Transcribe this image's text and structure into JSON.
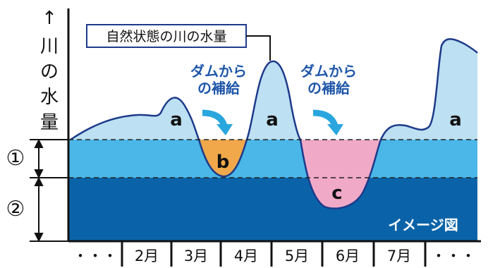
{
  "y_axis_label_chars": [
    "川",
    "の",
    "水",
    "量"
  ],
  "y_axis_arrow": "↑",
  "callout_label": "自然状態の川の水量",
  "dam_supply_label_line1": "ダムから",
  "dam_supply_label_line2": "の補給",
  "region_labels": {
    "a": "a",
    "b": "b",
    "c": "c"
  },
  "band_labels": {
    "band1": "①",
    "band2": "②"
  },
  "image_note": "イメージ図",
  "months": [
    "・・・",
    "2月",
    "3月",
    "4月",
    "5月",
    "6月",
    "7月",
    "・・・"
  ],
  "colors": {
    "natural_flow": "#bde0f2",
    "band1": "#4ab7e8",
    "band2": "#0a63a8",
    "region_b": "#f0a84a",
    "region_c": "#f1a9c8",
    "outline": "#1d3a8a",
    "arrow": "#2aa6de"
  }
}
